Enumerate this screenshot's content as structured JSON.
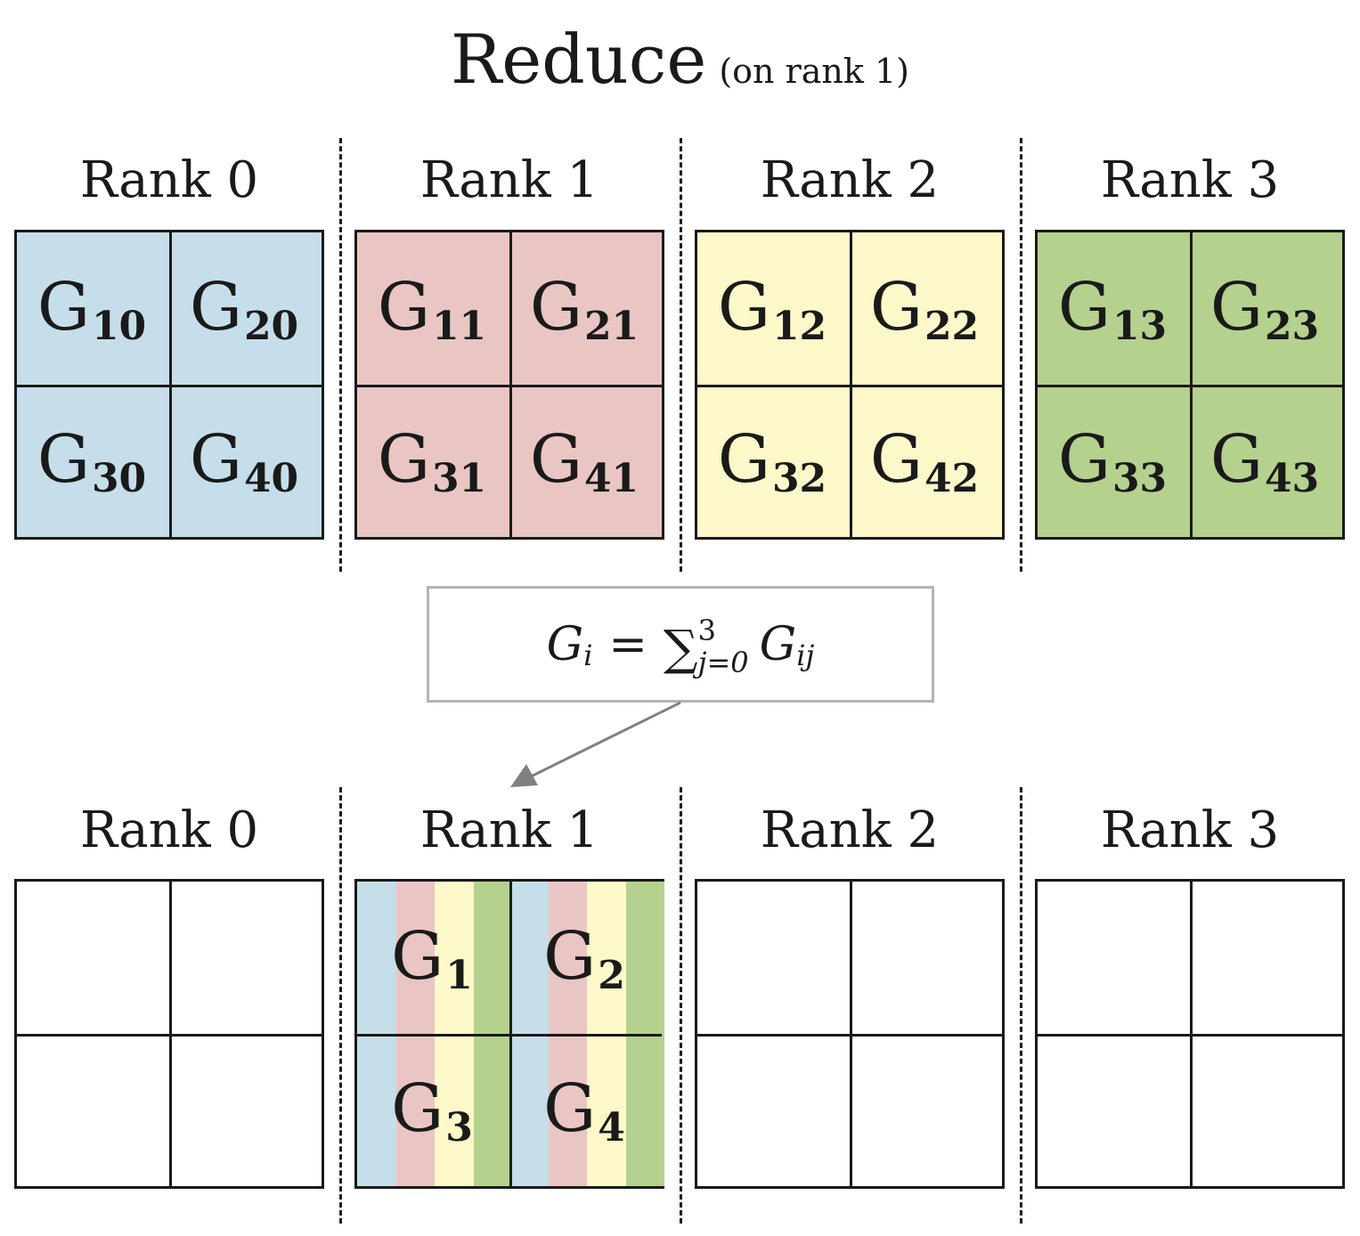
{
  "title": {
    "main": "Reduce",
    "sub": "(on rank 1)"
  },
  "colors": {
    "rank0": "#c6deea",
    "rank1": "#e9c6c3",
    "rank2": "#fdf8c9",
    "rank3": "#b5d18e",
    "border": "#1a1a1a",
    "formula_border": "#b3b3b3",
    "arrow": "#808080"
  },
  "top": {
    "ranks": [
      {
        "label": "Rank 0",
        "color": "rank0",
        "cells": [
          {
            "base": "G",
            "sub": "10"
          },
          {
            "base": "G",
            "sub": "20"
          },
          {
            "base": "G",
            "sub": "30"
          },
          {
            "base": "G",
            "sub": "40"
          }
        ]
      },
      {
        "label": "Rank 1",
        "color": "rank1",
        "cells": [
          {
            "base": "G",
            "sub": "11"
          },
          {
            "base": "G",
            "sub": "21"
          },
          {
            "base": "G",
            "sub": "31"
          },
          {
            "base": "G",
            "sub": "41"
          }
        ]
      },
      {
        "label": "Rank 2",
        "color": "rank2",
        "cells": [
          {
            "base": "G",
            "sub": "12"
          },
          {
            "base": "G",
            "sub": "22"
          },
          {
            "base": "G",
            "sub": "32"
          },
          {
            "base": "G",
            "sub": "42"
          }
        ]
      },
      {
        "label": "Rank 3",
        "color": "rank3",
        "cells": [
          {
            "base": "G",
            "sub": "13"
          },
          {
            "base": "G",
            "sub": "23"
          },
          {
            "base": "G",
            "sub": "33"
          },
          {
            "base": "G",
            "sub": "43"
          }
        ]
      }
    ]
  },
  "formula": {
    "lhs": "G",
    "lhs_sub": "i",
    "eq": "=",
    "sigma": "∑",
    "upper": "3",
    "lower": "j=0",
    "rhs": "G",
    "rhs_sub": "ij"
  },
  "bottom": {
    "ranks": [
      {
        "label": "Rank 0",
        "cells": []
      },
      {
        "label": "Rank 1",
        "cells": [
          {
            "base": "G",
            "sub": "1"
          },
          {
            "base": "G",
            "sub": "2"
          },
          {
            "base": "G",
            "sub": "3"
          },
          {
            "base": "G",
            "sub": "4"
          }
        ]
      },
      {
        "label": "Rank 2",
        "cells": []
      },
      {
        "label": "Rank 3",
        "cells": []
      }
    ]
  }
}
